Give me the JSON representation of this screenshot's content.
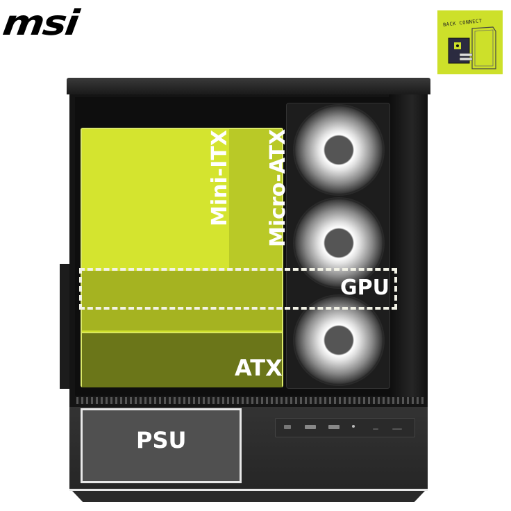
{
  "brand": {
    "logo_text": "msi"
  },
  "badge": {
    "label": "BACK CONNECT",
    "color": "#cde02a",
    "icon": "motherboard-case-icon"
  },
  "case": {
    "colors": {
      "body": "#141414",
      "accent_green": "#cfe12c",
      "label_text": "#ffffff"
    },
    "fans": [
      {
        "name": "fan-top"
      },
      {
        "name": "fan-middle"
      },
      {
        "name": "fan-bottom"
      }
    ],
    "zones": {
      "mini_itx": "Mini-ITX",
      "micro_atx": "Micro-ATX",
      "atx": "ATX",
      "gpu": "GPU",
      "psu": "PSU"
    }
  }
}
